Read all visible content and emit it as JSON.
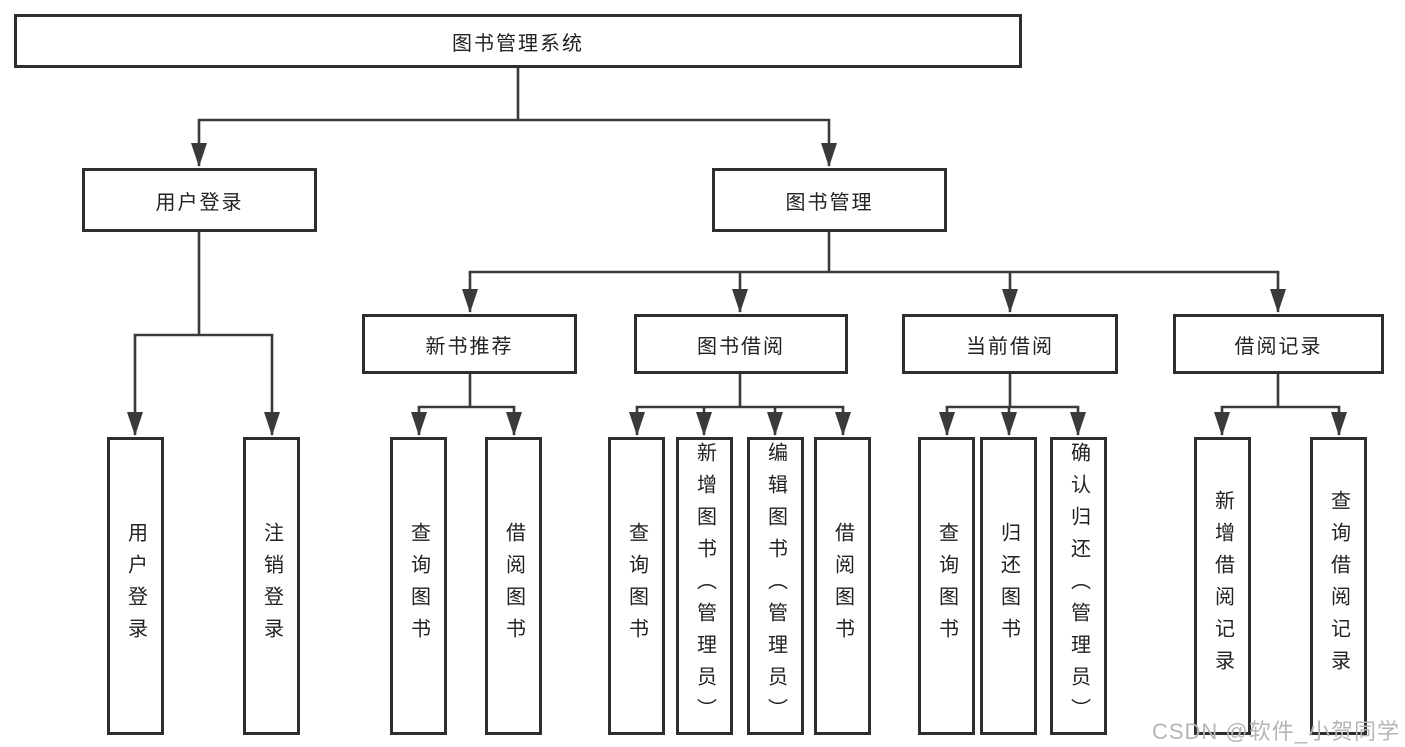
{
  "root": {
    "label": "图书管理系统"
  },
  "level2": [
    {
      "label": "用户登录"
    },
    {
      "label": "图书管理"
    }
  ],
  "level3": [
    {
      "label": "新书推荐"
    },
    {
      "label": "图书借阅"
    },
    {
      "label": "当前借阅"
    },
    {
      "label": "借阅记录"
    }
  ],
  "leaves": [
    {
      "label": "用户登录"
    },
    {
      "label": "注销登录"
    },
    {
      "label": "查询图书"
    },
    {
      "label": "借阅图书"
    },
    {
      "label": "查询图书"
    },
    {
      "label": "新增图书（管理员）"
    },
    {
      "label": "编辑图书（管理员）"
    },
    {
      "label": "借阅图书"
    },
    {
      "label": "查询图书"
    },
    {
      "label": "归还图书"
    },
    {
      "label": "确认归还（管理员）"
    },
    {
      "label": "新增借阅记录"
    },
    {
      "label": "查询借阅记录"
    }
  ],
  "watermark": "CSDN @软件_小贺同学",
  "colors": {
    "background": "#ffffff",
    "box_fill": "#ffffff",
    "box_border": "#2e2e2e",
    "line": "#3a3a3a",
    "text": "#222222",
    "watermark": "#b5b5b5"
  }
}
